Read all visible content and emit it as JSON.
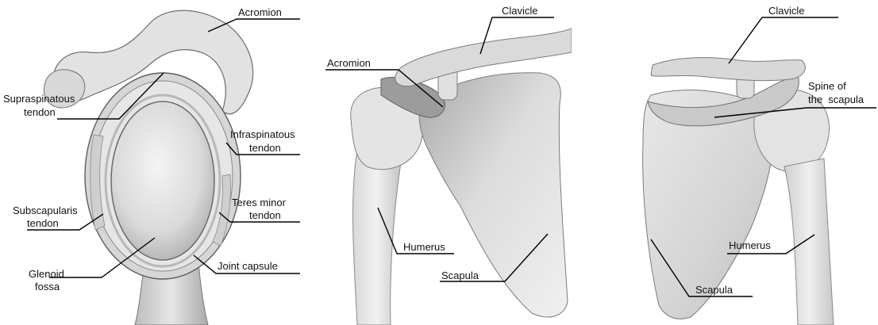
{
  "panels": {
    "left": {
      "labels": {
        "acromion": "Acromion",
        "supraspinatous_1": "Supraspinatous",
        "supraspinatous_2": "tendon",
        "infraspinatous_1": "Infraspinatous",
        "infraspinatous_2": "tendon",
        "subscapularis_1": "Subscapularis",
        "subscapularis_2": "tendon",
        "teres_1": "Teres minor",
        "teres_2": "tendon",
        "glenoid_1": "Glenoid",
        "glenoid_2": "fossa",
        "joint_capsule": "Joint capsule"
      }
    },
    "middle": {
      "labels": {
        "clavicle": "Clavicle",
        "acromion": "Acromion",
        "humerus": "Humerus",
        "scapula": "Scapula"
      }
    },
    "right": {
      "labels": {
        "clavicle": "Clavicle",
        "spine_1": "Spine of",
        "spine_2": "the  scapula",
        "humerus": "Humerus",
        "scapula": "Scapula"
      }
    }
  },
  "colors": {
    "bone_light": "#ececec",
    "bone_mid": "#cfcfcf",
    "bone_dark": "#8f8f8f",
    "line": "#000000"
  }
}
